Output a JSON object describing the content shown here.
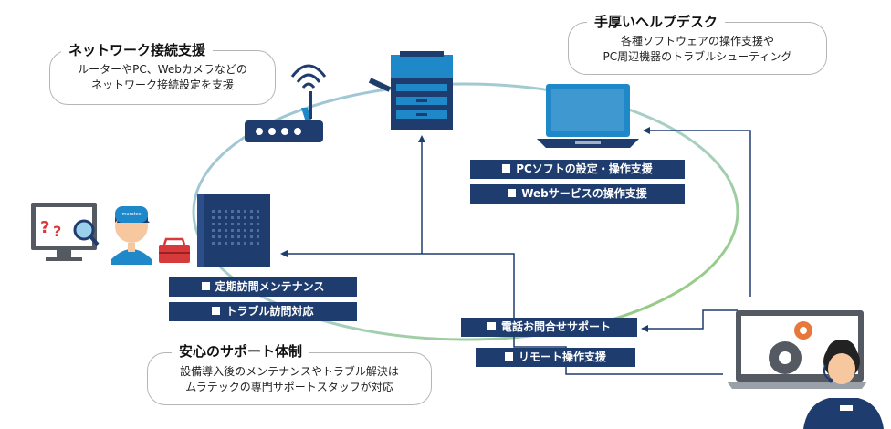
{
  "network_support": {
    "title": "ネットワーク接続支援",
    "line1": "ルーターやPC、Webカメラなどの",
    "line2": "ネットワーク接続設定を支援"
  },
  "helpdesk": {
    "title": "手厚いヘルプデスク",
    "line1": "各種ソフトウェアの操作支援や",
    "line2": "PC周辺機器のトラブルシューティング"
  },
  "peace_of_mind": {
    "title": "安心のサポート体制",
    "line1": "設備導入後のメンテナンスやトラブル解決は",
    "line2": "ムラテックの専門サポートスタッフが対応"
  },
  "tags": {
    "pc_software": "PCソフトの設定・操作支援",
    "web_service": "Webサービスの操作支援",
    "maintenance": "定期訪問メンテナンス",
    "trouble_visit": "トラブル訪問対応",
    "phone_support": "電話お問合せサポート",
    "remote_support": "リモート操作支援"
  },
  "cap_text": "muratec",
  "question_marks": "??",
  "colors": {
    "navy": "#1f3c6e",
    "blue": "#1e88c8",
    "ring_green": "#8cc96a",
    "ring_blue": "#9cc3de",
    "red": "#d63a3a",
    "gear_orange": "#e8783a"
  }
}
